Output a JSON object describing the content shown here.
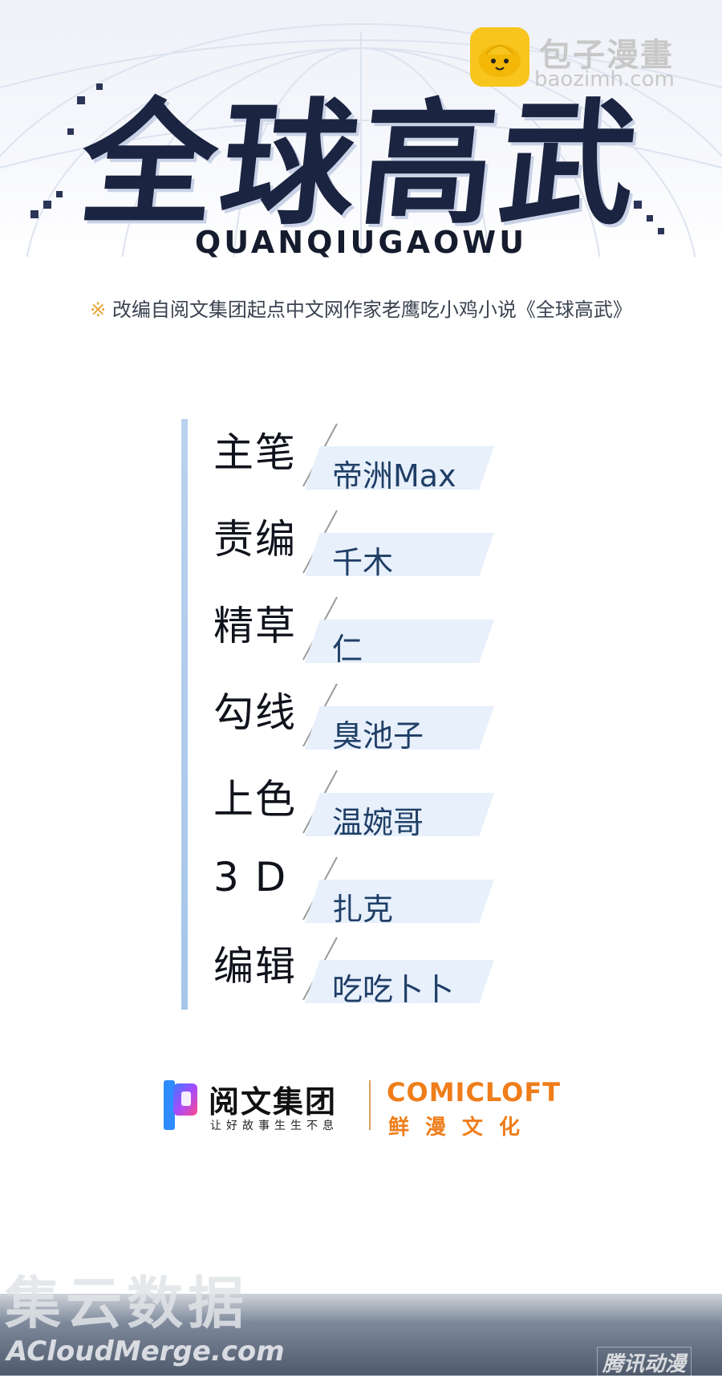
{
  "watermark_top": {
    "title": "包子漫畫",
    "url": "baozimh.com",
    "icon": "bun-face-icon"
  },
  "title": {
    "main": "全球高武",
    "romanized": "QUANQIUGAOWU"
  },
  "subtitle": {
    "mark": "※",
    "text": "改编自阅文集团起点中文网作家老鹰吃小鸡小说《全球高武》"
  },
  "credits": [
    {
      "role": "主笔",
      "name": "帝洲Max"
    },
    {
      "role": "责编",
      "name": "千木"
    },
    {
      "role": "精草",
      "name": "仁"
    },
    {
      "role": "勾线",
      "name": "臭池子"
    },
    {
      "role": "上色",
      "name": "温婉哥"
    },
    {
      "role": "3 D",
      "name": "扎克"
    },
    {
      "role": "编辑",
      "name": "吃吃卜卜"
    }
  ],
  "logos": {
    "yuewen_name": "阅文集团",
    "yuewen_slogan": "让好故事生生不息",
    "comicloft_name": "COMICLOFT",
    "comicloft_sub": "鲜漫文化"
  },
  "bottom": {
    "watermark_cn": "集云数据",
    "watermark_en": "ACloudMerge.com",
    "brand": "腾讯动漫"
  },
  "colors": {
    "title": "#1b2440",
    "credit_bar": "#a6c5ea",
    "name_box": "#e7f0fb",
    "name_text": "#1f3e66",
    "accent_orange": "#ef7d1a",
    "watermark_icon": "#f7c51d"
  }
}
